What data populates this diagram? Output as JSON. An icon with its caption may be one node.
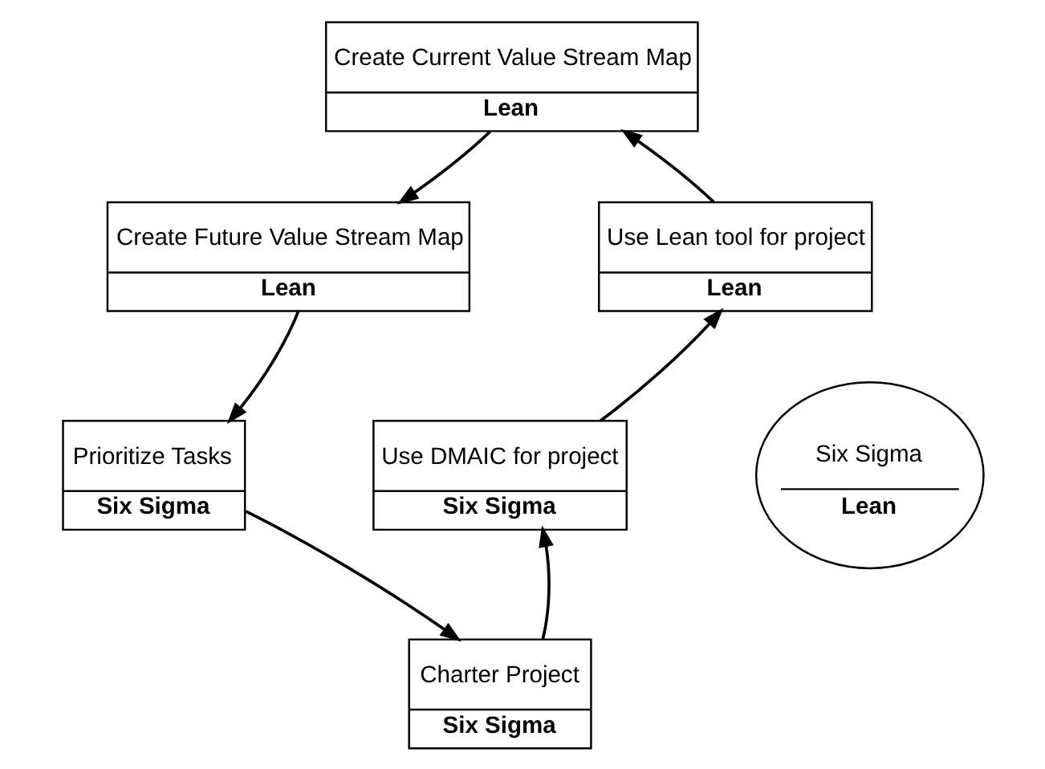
{
  "diagram": {
    "nodes": [
      {
        "text": [
          "Create Current Value Stream Map",
          "Lean"
        ]
      },
      {
        "text": [
          "Create Future Value Stream Map",
          "Lean"
        ]
      },
      {
        "text": [
          "Prioritize Tasks",
          "Six Sigma"
        ]
      },
      {
        "text": [
          "Charter Project",
          "Six Sigma"
        ]
      },
      {
        "text": [
          "Use DMAIC for project",
          "Six Sigma"
        ]
      },
      {
        "text": [
          "Use Lean tool for project",
          "Lean"
        ]
      },
      {
        "text": [
          "Six Sigma",
          "Lean"
        ]
      }
    ],
    "edges": [
      {
        "from": 0,
        "to": 1,
        "arrow": "to"
      },
      {
        "from": 1,
        "to": 2,
        "arrow": "to"
      },
      {
        "from": 2,
        "to": 3,
        "arrow": "to"
      },
      {
        "from": 3,
        "to": 4,
        "arrow": "to"
      },
      {
        "from": 4,
        "to": 5,
        "arrow": "to"
      },
      {
        "from": 5,
        "to": 0,
        "arrow": "to"
      }
    ]
  }
}
